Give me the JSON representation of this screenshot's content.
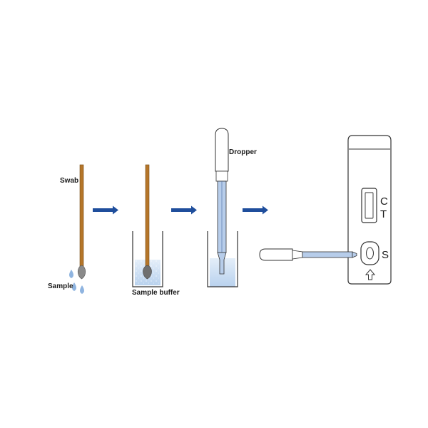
{
  "labels": {
    "swab": "Swab",
    "sample": "Sample",
    "sample_buffer": "Sample buffer",
    "dropper": "Dropper",
    "control_line": "C",
    "test_line": "T",
    "sample_well": "S"
  },
  "colors": {
    "swab_stick": "#b5762a",
    "swab_tip": "#8a8a8a",
    "drops": "#8fb4e0",
    "buffer_liquid": "#cfe0f3",
    "arrow": "#1f4e9c",
    "outline": "#333333",
    "dropper_tube": "#a9c3e6"
  },
  "icons": {
    "step_arrow": "right-arrow-icon",
    "well_indicator": "up-arrow-icon"
  }
}
